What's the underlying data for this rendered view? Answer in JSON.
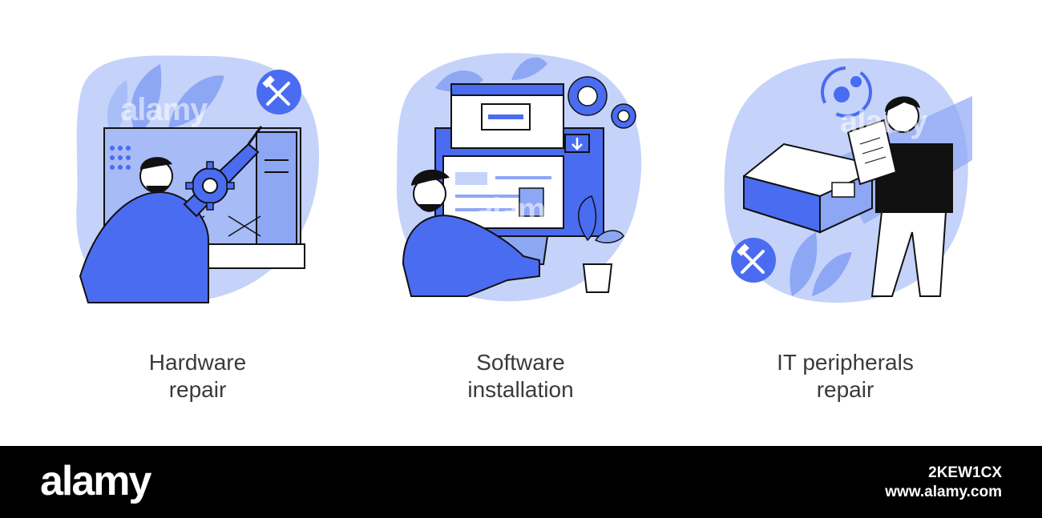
{
  "palette": {
    "blue_dark": "#4a6cf0",
    "blue_mid": "#8da7f5",
    "blue_light": "#c5d3fa",
    "blob": "#b9c9f8",
    "outline": "#111111",
    "caption_text": "#3a3a3a",
    "footer_bg": "#000000"
  },
  "panels": [
    {
      "caption_line1": "Hardware",
      "caption_line2": "repair",
      "icon": "hammer-wrench-icon"
    },
    {
      "caption_line1": "Software",
      "caption_line2": "installation",
      "icon": "download-icon"
    },
    {
      "caption_line1": "IT peripherals",
      "caption_line2": "repair",
      "icon": "hammer-wrench-icon"
    }
  ],
  "watermark": {
    "text": "alamy"
  },
  "footer": {
    "logo": "alamy",
    "image_id": "2KEW1CX",
    "site": "www.alamy.com"
  }
}
